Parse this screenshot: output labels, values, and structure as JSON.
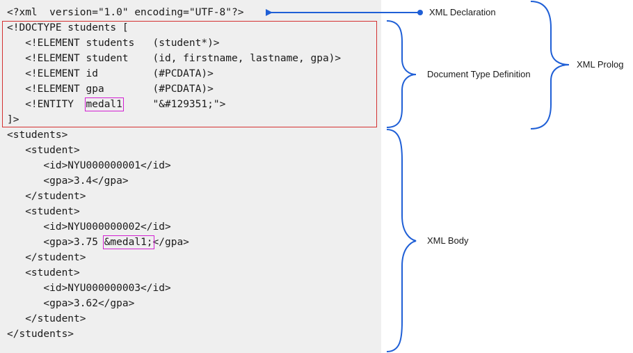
{
  "code": {
    "lines": [
      "<?xml  version=\"1.0\" encoding=\"UTF-8\"?>",
      "<!DOCTYPE students [",
      "   <!ELEMENT students   (student*)>",
      "   <!ELEMENT student    (id, firstname, lastname, gpa)>",
      "   <!ELEMENT id         (#PCDATA)>",
      "   <!ELEMENT gpa        (#PCDATA)>",
      "   <!ENTITY  ",
      "]>",
      "<students>",
      "   <student>",
      "      <id>NYU000000001</id>",
      "      <gpa>3.4</gpa>",
      "   </student>",
      "   <student>",
      "      <id>NYU000000002</id>",
      "      <gpa>3.75 ",
      "   </student>",
      "   <student>",
      "      <id>NYU000000003</id>",
      "      <gpa>3.62</gpa>",
      "   </student>",
      "</students>"
    ],
    "entity_name": "medal1",
    "entity_value": "     \"&#129351;\">",
    "entity_ref": "&medal1;",
    "gpa_close": "</gpa>"
  },
  "annotations": {
    "xml_declaration": "XML Declaration",
    "dtd": "Document Type Definition",
    "xml_prolog": "XML Prolog",
    "xml_body": "XML Body"
  },
  "colors": {
    "annotation_blue": "#1f5fd6",
    "dtd_box_red": "#d43030",
    "highlight_magenta": "#d21fd2",
    "code_background": "#efefef"
  }
}
